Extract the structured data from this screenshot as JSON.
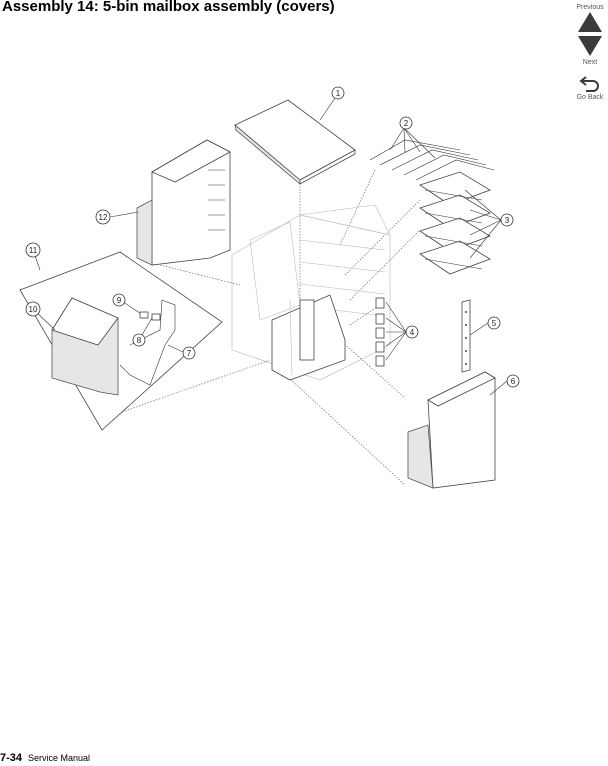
{
  "page": {
    "title": "Assembly 14:  5-bin mailbox assembly (covers)",
    "page_number": "7-34",
    "manual": "Service Manual"
  },
  "nav": {
    "previous": "Previous",
    "next": "Next",
    "go_back": "Go Back"
  },
  "callouts": [
    "1",
    "2",
    "3",
    "4",
    "5",
    "6",
    "7",
    "8",
    "9",
    "10",
    "11",
    "12"
  ]
}
